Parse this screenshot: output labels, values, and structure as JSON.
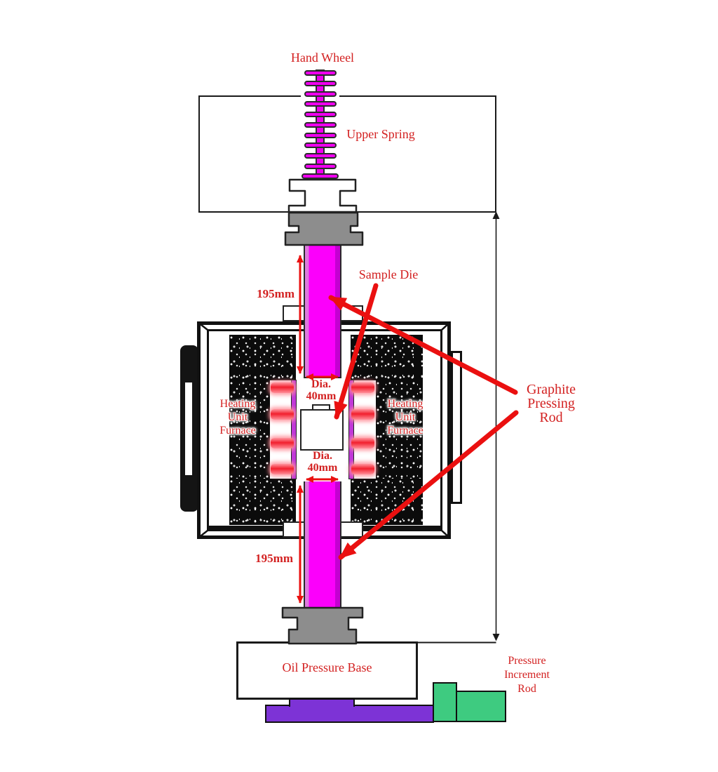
{
  "labels": {
    "hand_wheel": "Hand Wheel",
    "upper_spring": "Upper Spring",
    "sample_die": "Sample Die",
    "graphite_pressing_rod": {
      "lines": [
        "Graphite",
        "Pressing",
        "Rod"
      ]
    },
    "heating_unit_left": {
      "lines": [
        "Heating",
        "Unit",
        "Furnace"
      ]
    },
    "heating_unit_right": {
      "lines": [
        "Heating",
        "Unit",
        "Furnace"
      ]
    },
    "oil_pressure_base": "Oil Pressure Base",
    "pressure_increment_rod": {
      "lines": [
        "Pressure",
        "Increment",
        "Rod"
      ]
    }
  },
  "dimensions": {
    "upper_rod_length": "195mm",
    "lower_rod_length": "195mm",
    "upper_die_diameter": {
      "lines": [
        "Dia.",
        "40mm"
      ]
    },
    "lower_die_diameter": {
      "lines": [
        "Dia.",
        "40mm"
      ]
    }
  },
  "colors": {
    "label_red": "#d32121",
    "arrow_red": "#ea1010",
    "rod_magenta": "#fb00fb",
    "screw_magenta": "#ef00ef",
    "fitting_gray": "#8d8d8d",
    "heater_element_red": "#f2202e",
    "heater_strip_purple": "#c038d8",
    "base_plate_purple": "#7d33d6",
    "increment_rod_green": "#3ecb80",
    "furnace_black": "#111111"
  }
}
